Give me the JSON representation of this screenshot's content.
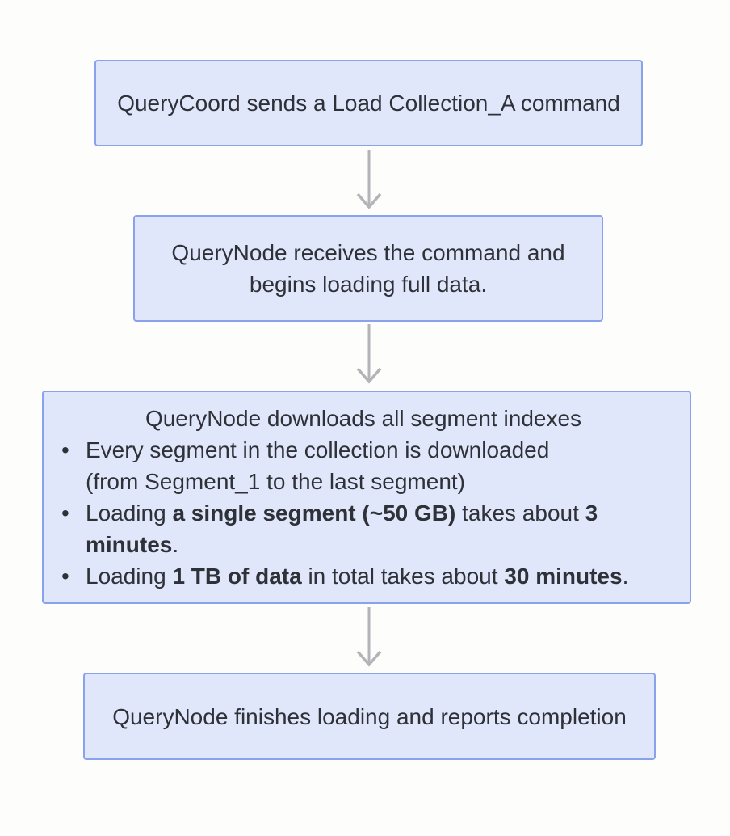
{
  "theme": {
    "page-bg": "#fdfdfb",
    "node-fill": "#e1e7fa",
    "node-border": "#8aa2ec",
    "text-color": "#2e3138",
    "arrow-color": "#b3b4b8"
  },
  "diagram": {
    "type": "flowchart",
    "direction": "top-down",
    "nodes": [
      {
        "id": "step-1",
        "text": "QueryCoord sends a Load Collection_A command"
      },
      {
        "id": "step-2",
        "text": "QueryNode receives the command and\nbegins loading full data."
      },
      {
        "id": "step-3",
        "title": "QueryNode downloads all segment indexes",
        "bullets": [
          {
            "segments": [
              {
                "text": "Every segment in the collection is downloaded\n(from Segment_1 to the last segment)",
                "bold": false
              }
            ]
          },
          {
            "segments": [
              {
                "text": "Loading ",
                "bold": false
              },
              {
                "text": "a single segment (~50 GB)",
                "bold": true
              },
              {
                "text": " takes about ",
                "bold": false
              },
              {
                "text": "3 minutes",
                "bold": true
              },
              {
                "text": ".",
                "bold": false
              }
            ]
          },
          {
            "segments": [
              {
                "text": "Loading ",
                "bold": false
              },
              {
                "text": "1 TB of data",
                "bold": true
              },
              {
                "text": " in total takes about ",
                "bold": false
              },
              {
                "text": "30 minutes",
                "bold": true
              },
              {
                "text": ".",
                "bold": false
              }
            ]
          }
        ]
      },
      {
        "id": "step-4",
        "text": "QueryNode finishes loading and reports completion"
      }
    ],
    "connectors": [
      {
        "from": "step-1",
        "to": "step-2",
        "style": "arrow-down"
      },
      {
        "from": "step-2",
        "to": "step-3",
        "style": "arrow-down"
      },
      {
        "from": "step-3",
        "to": "step-4",
        "style": "arrow-down"
      }
    ]
  }
}
